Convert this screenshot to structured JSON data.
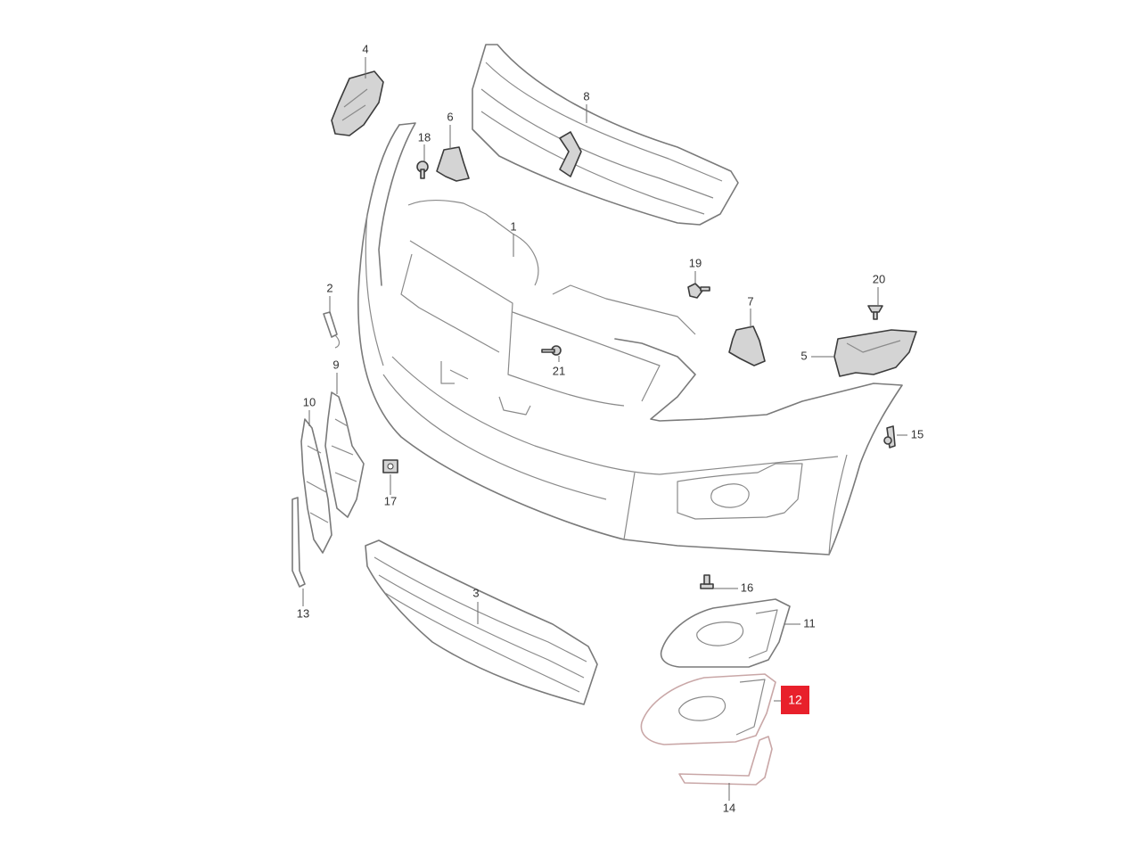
{
  "diagram": {
    "highlight_color": "#e8202b",
    "highlighted_callout": "12",
    "callouts": {
      "c1": "1",
      "c2": "2",
      "c3": "3",
      "c4": "4",
      "c5": "5",
      "c6": "6",
      "c7": "7",
      "c8": "8",
      "c9": "9",
      "c10": "10",
      "c11": "11",
      "c12": "12",
      "c13": "13",
      "c14": "14",
      "c15": "15",
      "c16": "16",
      "c17": "17",
      "c18": "18",
      "c19": "19",
      "c20": "20",
      "c21": "21"
    }
  }
}
